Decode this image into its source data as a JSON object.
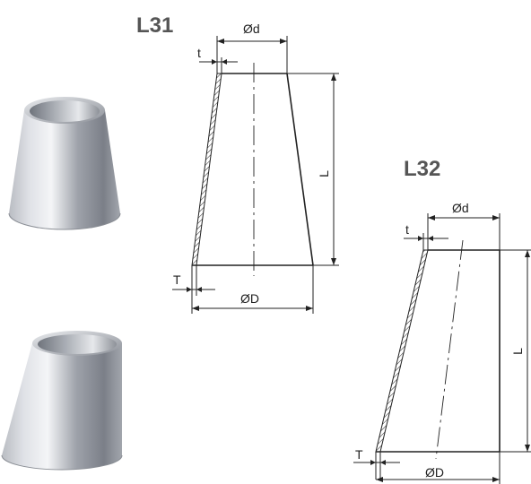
{
  "l31": {
    "title": "L31",
    "dim_small_diameter": "Ød",
    "dim_large_diameter": "ØD",
    "dim_length": "L",
    "dim_wall_top": "t",
    "dim_wall_bottom": "T"
  },
  "l32": {
    "title": "L32",
    "dim_small_diameter": "Ød",
    "dim_large_diameter": "ØD",
    "dim_length": "L",
    "dim_wall_top": "t",
    "dim_wall_bottom": "T"
  }
}
